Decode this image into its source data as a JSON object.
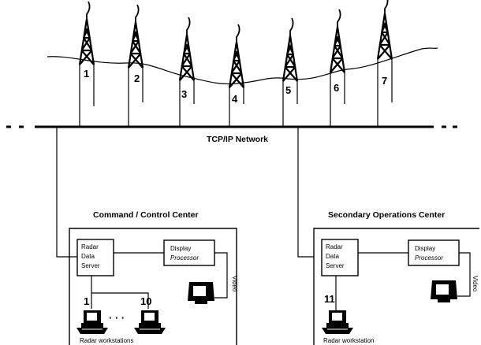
{
  "towers": [
    "1",
    "2",
    "3",
    "4",
    "5",
    "6",
    "7"
  ],
  "network": {
    "label": "TCP/IP Network"
  },
  "centers": [
    {
      "title": "Command / Control Center",
      "server": [
        "Radar",
        "Data",
        "Server"
      ],
      "processor": [
        "Display",
        "Processor"
      ],
      "video": "Video",
      "workstations": {
        "first": "1",
        "ellipsis": "· · ·",
        "last": "10",
        "label": "Radar workstations"
      }
    },
    {
      "title": "Secondary Operations Center",
      "server": [
        "Radar",
        "Data",
        "Server"
      ],
      "processor": [
        "Display",
        "Processor"
      ],
      "video": "Video",
      "workstations": {
        "first": "11",
        "label": "Radar workstation"
      }
    }
  ]
}
